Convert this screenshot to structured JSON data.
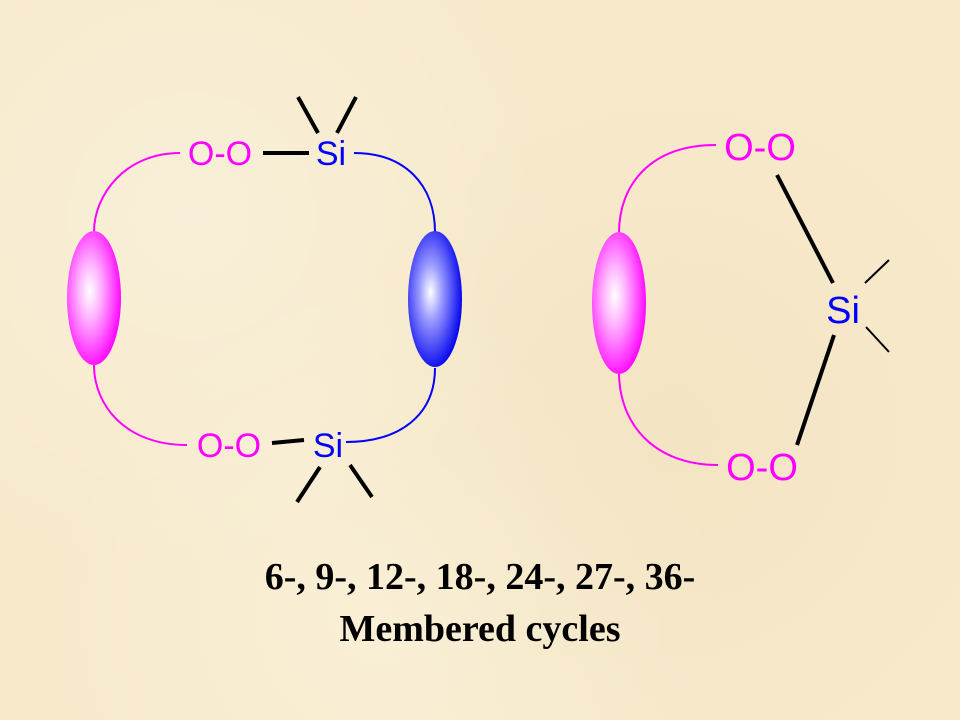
{
  "left_structure": {
    "top_oo": "O-O",
    "top_si": "Si",
    "bottom_oo": "O-O",
    "bottom_si": "Si"
  },
  "right_structure": {
    "top_oo": "O-O",
    "si": "Si",
    "bottom_oo": "O-O"
  },
  "caption": {
    "line1": "6-, 9-, 12-, 18-, 24-, 27-, 36-",
    "line2": "Membered cycles"
  },
  "colors": {
    "magenta": "#ff00ff",
    "blue": "#0000ff",
    "bond": "#000000",
    "background": "#f7ebcb"
  }
}
